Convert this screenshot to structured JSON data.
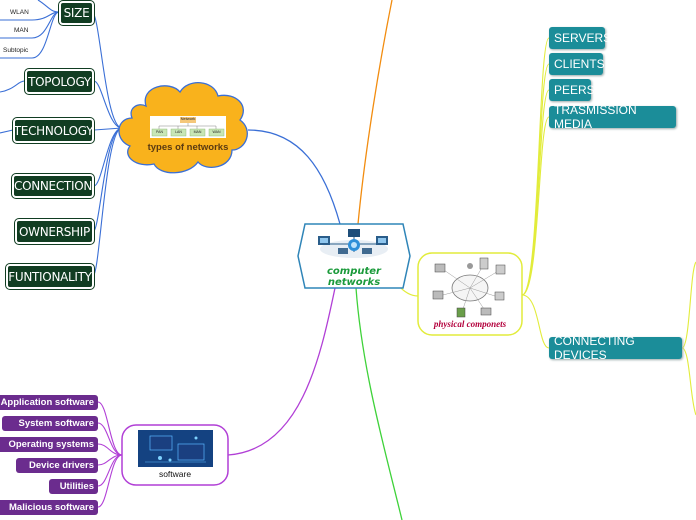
{
  "central": {
    "label": "computer networks"
  },
  "types": {
    "label": "types of networks",
    "thumb_title": "Network",
    "thumb_items": [
      "PAN",
      "LAN",
      "MAN",
      "WAN"
    ]
  },
  "size_subtopics": [
    "WLAN",
    "MAN",
    "Subtopic"
  ],
  "type_items": [
    "SIZE",
    "TOPOLOGY",
    "TECHNOLOGY",
    "CONNECTION",
    "OWNERSHIP",
    "FUNTIONALITY"
  ],
  "physical": {
    "label": "physical componets"
  },
  "physical_items": [
    "SERVERS",
    "CLIENTS",
    "PEERS",
    "TRASMISSION MEDIA",
    "CONNECTING DEVICES"
  ],
  "software": {
    "label": "software"
  },
  "software_items": [
    "Application software",
    "System software",
    "Operating systems",
    "Device drivers",
    "Utilities",
    "Malicious software"
  ],
  "colors": {
    "dark_green": "#113d22",
    "teal": "#1b8d99",
    "purple": "#6b2c8e",
    "cloud": "#f9b21c",
    "blue_link": "#3a6fd6",
    "orange_link": "#f28c0f",
    "green_link": "#3fd23a",
    "yellow_link": "#e2ec3b",
    "purple_link": "#b13fd6"
  }
}
